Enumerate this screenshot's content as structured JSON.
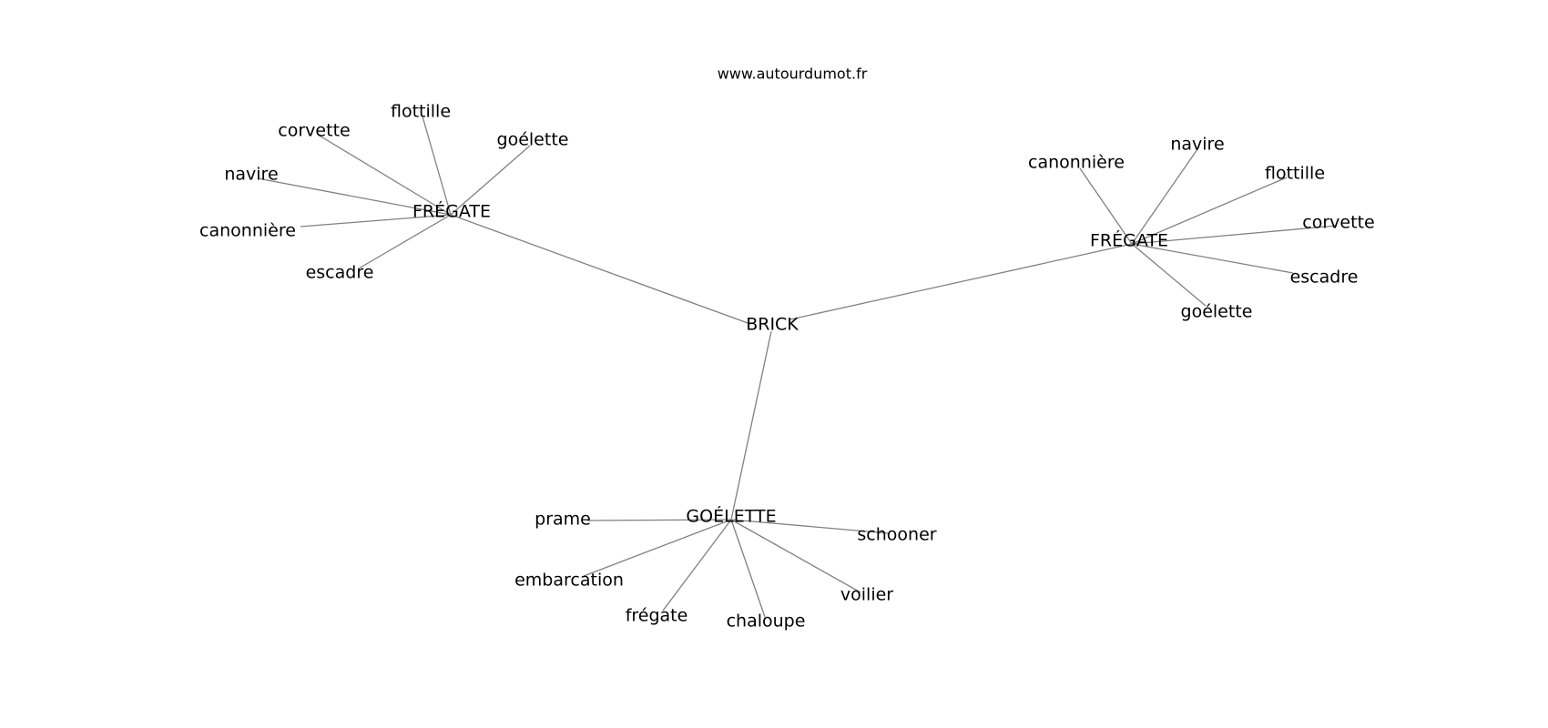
{
  "site": "www.autourdumot.fr",
  "graph": {
    "center": "BRICK",
    "hubs": [
      {
        "label": "FRÉGATE",
        "leaves": [
          "flottille",
          "corvette",
          "goélette",
          "navire",
          "canonnière",
          "escadre"
        ]
      },
      {
        "label": "FRÉGATE",
        "leaves": [
          "canonnière",
          "navire",
          "flottille",
          "corvette",
          "escadre",
          "goélette"
        ]
      },
      {
        "label": "GOÉLETTE",
        "leaves": [
          "prame",
          "schooner",
          "embarcation",
          "voilier",
          "frégate",
          "chaloupe"
        ]
      }
    ],
    "colors": {
      "edge": "#808080",
      "text": "#000000",
      "background": "#ffffff"
    }
  }
}
